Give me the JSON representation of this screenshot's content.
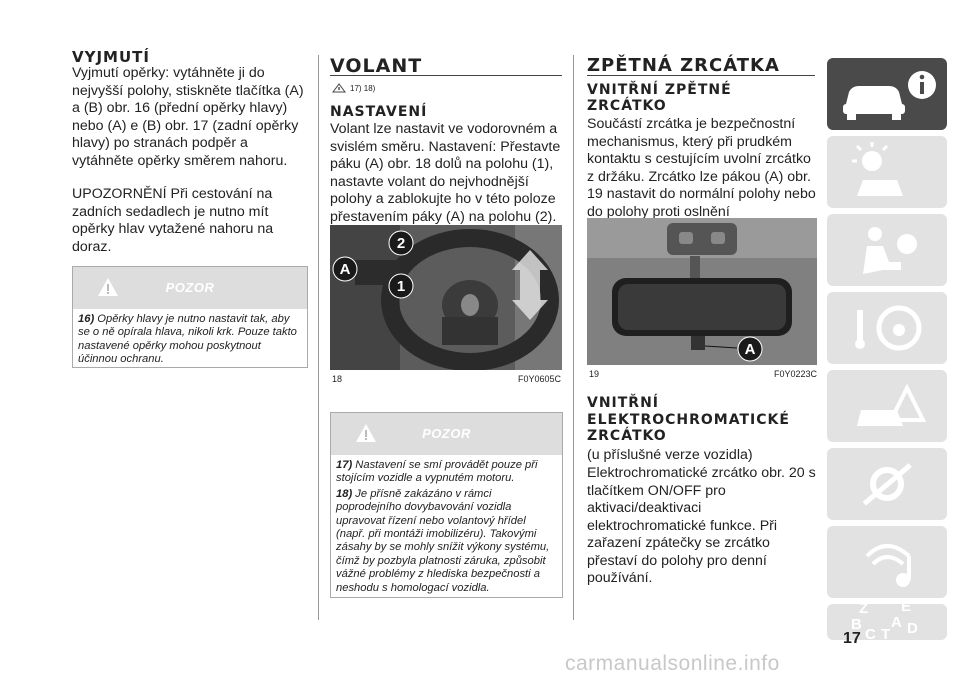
{
  "col1": {
    "heading": "VYJMUTÍ",
    "para1": "Vyjmutí opěrky: vytáhněte ji do nejvyšší polohy, stiskněte tlačítka (A) a (B) obr. 16 (přední opěrky hlavy) nebo (A) e (B) obr. 17 (zadní opěrky hlavy) po stranách podpěr a vytáhněte opěrky směrem nahoru.",
    "para2": "UPOZORNĚNÍ Při cestování na zadních sedadlech je nutno mít opěrky hlav vytažené nahoru na doraz.",
    "warning": {
      "title": "POZOR",
      "num": "16)",
      "text": "Opěrky hlavy je nutno nastavit tak, aby se o ně opírala hlava, nikoli krk. Pouze takto nastavené opěrky mohou poskytnout účinnou ochranu."
    }
  },
  "col2": {
    "heading": "VOLANT",
    "refs": "17) 18)",
    "subheading": "NASTAVENÍ",
    "para1": "Volant lze nastavit ve vodorovném a svislém směru. Nastavení: Přestavte páku (A) obr. 18 dolů na polohu (1), nastavte volant do nejvhodnější polohy a zablokujte ho v této poloze přestavením páky (A) na polohu (2).",
    "figure": {
      "number": "18",
      "code": "F0Y0605C",
      "labels": [
        "2",
        "A",
        "1"
      ]
    },
    "warning": {
      "title": "POZOR",
      "items": [
        {
          "num": "17)",
          "text": "Nastavení se smí provádět pouze při stojícím vozidle a vypnutém motoru."
        },
        {
          "num": "18)",
          "text": "Je přísně zakázáno v rámci poprodejního dovybavování vozidla upravovat řízení nebo volantový hřídel (např. při montáži imobilizéru). Takovými zásahy by se mohly snížit výkony systému, čímž by pozbyla platnosti záruka, způsobit vážné problémy z hlediska bezpečnosti a neshodu s homologací vozidla."
        }
      ]
    }
  },
  "col3": {
    "heading": "ZPĚTNÁ ZRCÁTKA",
    "subheading1": "VNITŘNÍ ZPĚTNÉ ZRCÁTKO",
    "para1": "Součástí zrcátka je bezpečnostní mechanismus, který při prudkém kontaktu s cestujícím uvolní zrcátko z držáku. Zrcátko lze pákou (A) obr. 19 nastavit do normální polohy nebo do polohy proti oslnění",
    "figure": {
      "number": "19",
      "code": "F0Y0223C",
      "label": "A"
    },
    "subheading2": "VNITŘNÍ ELEKTROCHROMATICKÉ ZRCÁTKO",
    "para2a": "(u příslušné verze vozidla)",
    "para2b": "Elektrochromatické zrcátko obr. 20 s tlačítkem ON/OFF pro aktivaci/deaktivaci elektrochromatické funkce. Při zařazení zpátečky se zrcátko přestaví do polohy pro denní používání."
  },
  "sidebar": {
    "tabs": [
      {
        "name": "car-info-icon",
        "active": true
      },
      {
        "name": "dashboard-lights-icon",
        "active": false
      },
      {
        "name": "airbag-safety-icon",
        "active": false
      },
      {
        "name": "steering-wheel-icon",
        "active": false
      },
      {
        "name": "warning-triangle-icon",
        "active": false
      },
      {
        "name": "maintenance-wrench-icon",
        "active": false
      },
      {
        "name": "multimedia-icon",
        "active": false
      },
      {
        "name": "index-letters-icon",
        "active": false
      }
    ],
    "index_letters": [
      "Z",
      "E",
      "B",
      "A",
      "C",
      "T",
      "D"
    ]
  },
  "page_number": "17",
  "watermark": "carmanualsonline.info",
  "colors": {
    "active_tab": "#4a4a4a",
    "inactive_tab": "#e2e2e2",
    "warn_header": "#dddddd",
    "icon_white": "#ffffff"
  }
}
